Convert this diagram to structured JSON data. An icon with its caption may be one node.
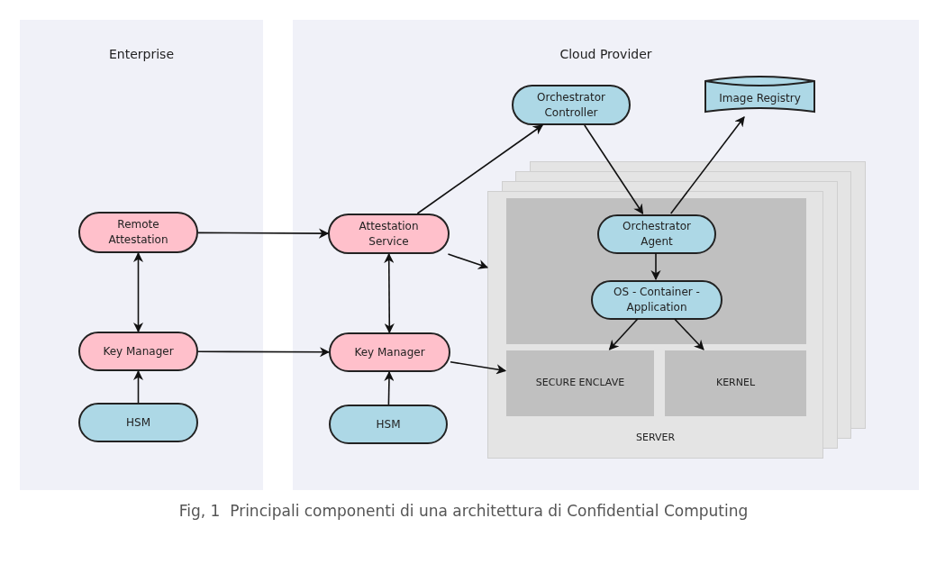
{
  "diagram": {
    "caption": "Fig, 1  Principali componenti di una architettura di Confidential Computing",
    "nodes": [
      {
        "text": [
          "Enterprise"
        ]
      },
      {
        "text": [
          "Cloud Provider"
        ]
      },
      {
        "text": [
          "Remote Attestation"
        ],
        "in": 0
      },
      {
        "text": [
          "Key Manager"
        ],
        "in": 0
      },
      {
        "text": [
          "HSM"
        ],
        "in": 0
      },
      {
        "text": [
          "Orchestrator Controller"
        ],
        "in": 1
      },
      {
        "text": [
          "Image Registry"
        ],
        "in": 1
      },
      {
        "text": [
          "Attestation Service"
        ],
        "in": 1
      },
      {
        "text": [
          "Key Manager"
        ],
        "in": 1
      },
      {
        "text": [
          "HSM"
        ],
        "in": 1
      },
      {
        "text": [
          "SERVER"
        ],
        "in": 1
      },
      {
        "text": [],
        "shape": "box",
        "in": 10
      },
      {
        "text": [
          "Orchestrator Agent"
        ],
        "in": 11
      },
      {
        "text": [
          "OS - Container - Application"
        ],
        "in": 11
      },
      {
        "text": [
          "SECURE ENCLAVE"
        ],
        "in": 10
      },
      {
        "text": [
          "KERNEL"
        ],
        "in": 10
      }
    ],
    "edges": [
      {
        "from": 2,
        "to": 7,
        "arrow": "to"
      },
      {
        "from": 2,
        "to": 3,
        "arrow": "both"
      },
      {
        "from": 4,
        "to": 3,
        "arrow": "to"
      },
      {
        "from": 3,
        "to": 8,
        "arrow": "to"
      },
      {
        "from": 7,
        "to": 5,
        "arrow": "to"
      },
      {
        "from": 7,
        "to": 8,
        "arrow": "both"
      },
      {
        "from": 9,
        "to": 8,
        "arrow": "to"
      },
      {
        "from": 7,
        "to": 10,
        "arrow": "to"
      },
      {
        "from": 8,
        "to": 14,
        "arrow": "to"
      },
      {
        "from": 5,
        "to": 12,
        "arrow": "to"
      },
      {
        "from": 12,
        "to": 6,
        "arrow": "to"
      },
      {
        "from": 12,
        "to": 13,
        "arrow": "to"
      },
      {
        "from": 13,
        "to": 14,
        "arrow": "to"
      },
      {
        "from": 13,
        "to": 15,
        "arrow": "to"
      }
    ]
  }
}
